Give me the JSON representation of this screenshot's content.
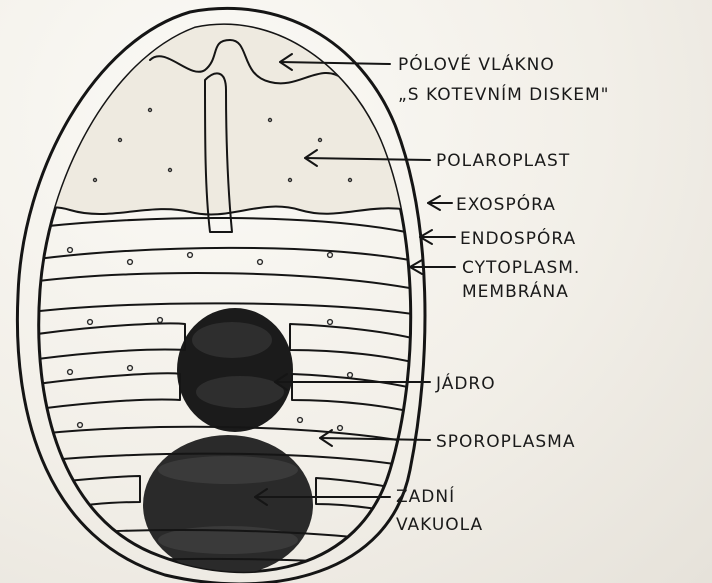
{
  "labels": {
    "polar_filament": "PÓLOVÉ VLÁKNO",
    "anchor_disc": "„S KOTEVNÍM DISKEM\"",
    "polaroplast": "POLAROPLAST",
    "exospora": "EXOSPÓRA",
    "endospora": "ENDOSPÓRA",
    "membrane_1": "CYTOPLASM.",
    "membrane_2": "MEMBRÁNA",
    "nucleus": "JÁDRO",
    "sporoplasm": "SPOROPLASMA",
    "vacuole_1": "ZADNÍ",
    "vacuole_2": "VAKUOLA"
  },
  "colors": {
    "ink": "#151515",
    "paper": "#f3f0ea",
    "polaroplast_fill": "#eeeae0",
    "nucleus_fill": "#1b1b1b",
    "vacuole_fill": "#2a2a2a"
  }
}
